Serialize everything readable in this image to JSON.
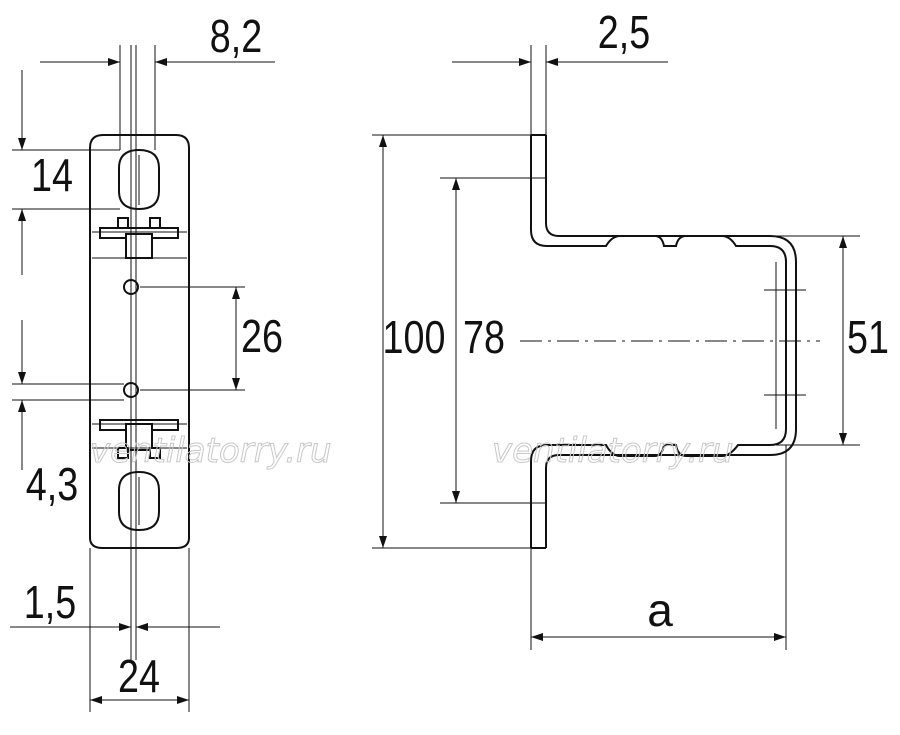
{
  "watermark": "ventilatorry.ru",
  "dimensions": {
    "thickness_top": "8,2",
    "height_slot": "14",
    "hole_spacing": "26",
    "hole_diameter": "4,3",
    "thickness_side": "1,5",
    "width": "24",
    "sheet_thickness": "2,5",
    "overall_height": "100",
    "inner_height": "78",
    "offset_height": "51",
    "depth": "a"
  },
  "colors": {
    "line": "#111111",
    "watermark": "#c8c8c8",
    "background": "#ffffff"
  }
}
